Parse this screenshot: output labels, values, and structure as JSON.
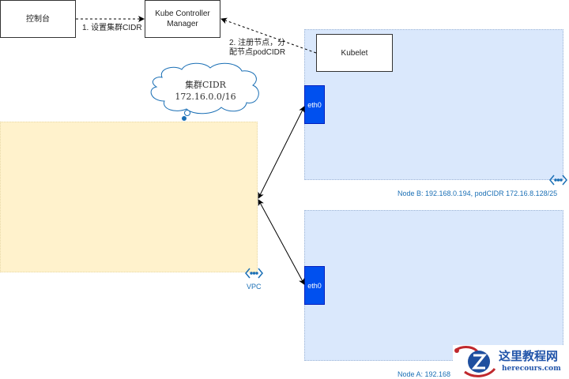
{
  "nodes": {
    "console": "控制台",
    "controller_line1": "Kube Controller",
    "controller_line2": "Manager",
    "kubelet": "Kubelet",
    "eth_top": "eth0",
    "eth_bottom": "eth0"
  },
  "edges": {
    "step1": "1. 设置集群CIDR",
    "step2_line1": "2. 注册节点，分",
    "step2_line2": "配节点podCIDR"
  },
  "cloud": {
    "line1": "集群CIDR",
    "line2": "172.16.0.0/16"
  },
  "regions": {
    "vpc_label": "VPC",
    "node_b_label": "Node B: 192.168.0.194, podCIDR 172.16.8.128/25",
    "node_a_label": "Node A: 192.168"
  },
  "watermark": {
    "cn": "这里教程网",
    "en": "herecours.com"
  },
  "colors": {
    "vpc_fill": "#fff2cc",
    "node_fill": "#dae8fc",
    "eth_fill": "#0050ef",
    "label_blue": "#1a6fb5"
  }
}
